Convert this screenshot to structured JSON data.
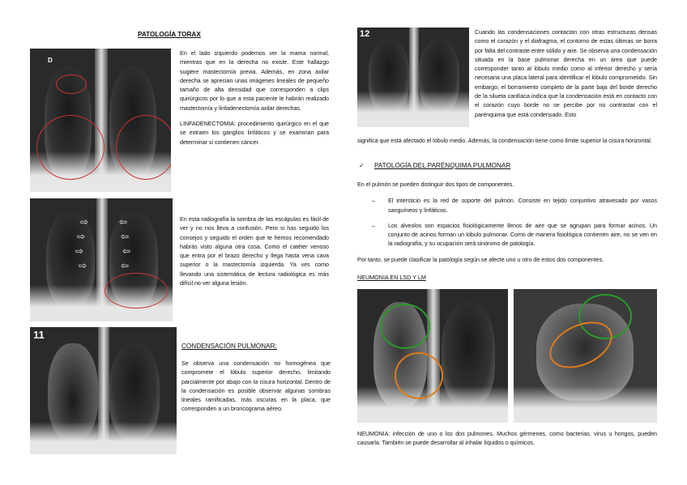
{
  "left": {
    "title": "PATOLOGÍA TORAX",
    "image1": {
      "label": "D"
    },
    "para1": "En el lado izquierdo podemos ver la mama normal, mientras que en la derecha no existe. Este hallazgo sugiere mastectomía previa. Además, en zona axilar derecha se aprecian unas imágenes lineales de pequeño tamaño de alta densidad que corresponden a clips quirúrgicos por lo que a esta paciente le habrán realizado mastectomía y linfadenectomía axilar derechas.",
    "para2": "LINFADENECTOMIA: procedimiento quirúrgico en el que se extraen los ganglios linfáticos y se examinan para determinar si contienen cáncer.",
    "para3": "En esta radiografía la sombra de las escápulas es fácil de ver y no nos lleva a confusión. Pero si has seguido los consejos y seguido el orden que te hemos recomendado habrás visto alguna otra cosa. Como el catéter venoso que entra por el brazo derecho y llega hasta vena cava superior o la mastectomía izquierda. Ya ves como llevando una sistemática de lectura radiológica es más difícil no ver alguna lesión.",
    "image3": {
      "label": "11"
    },
    "condensacion_heading": "CONDENSACIÓN PULMONAR:",
    "para4": "Se observa una condensación no homogénea que compromete el lóbulo superior derecho, limitando parcialmente por abajo con la cisura horizontal. Dentro de la condensación es posible observar algunas sombras lineales ramificadas, más oscuras en la placa, que corresponden a un broncograma aéreo."
  },
  "right": {
    "image4": {
      "label": "12"
    },
    "para5": "Cuando las condensaciones contactan con otras estructuras densas como el corazón y el diafragma, el contorno de estas últimas se borra por falta del contraste entre sólido y aire. Se observa una condensación situada en la base pulmonar derecha en un área que puede corresponder tanto al lóbulo medio como al inferior derecho y sería necesaria una placa lateral para identificar el lóbulo comprometido. Sin embargo, el borramiento completo de la parte baja del borde derecho de la silueta cardíaca indica que la condensación está en contacto con el corazón cuyo borde no se percibe por no contrastar con el parénquima que está condensado. Esto",
    "para5_cont": "significa que está afectado el lóbulo medio. Además, la condensación tiene como límite superior la cisura horizontal.",
    "check_icon": "check-mark",
    "parenquima_heading": "PATOLOGÍA DEL PARÉNQUIMA PULMONAR",
    "para6": "En el pulmón se pueden distinguir dos tipos de componentes.",
    "bullets": [
      "El intersticio es la red de soporte del pulmón. Consiste en tejido conjuntivo atravesado por vasos sanguíneos y linfáticos.",
      "Los alveolos son espacios fisiológicamente llenos de aire que se agrupan para formar acinos. Un conjunto de acinos forman un lóbulo pulmonar. Como de manera fisiológica contienen aire, no se ven en la radiografía, y su ocupación será sinónimo de patología."
    ],
    "bullet_marker": "–",
    "para7": "Por tanto, se puede clasificar la patología según se afecte uno u otro de estos dos componentes.",
    "neumonia_heading": "NEUMONIA EN LSD Y LM",
    "para8": "NEUMONIA: infección de uno o los dos pulmones. Muchos gérmenes, como bacterias, virus u hongos, pueden causarla. También se puede desarrollar al inhalar líquidos o químicos."
  },
  "colors": {
    "circle_red": "#cc3333",
    "circle_green": "#2a9a2a",
    "circle_orange": "#e07a1a"
  }
}
